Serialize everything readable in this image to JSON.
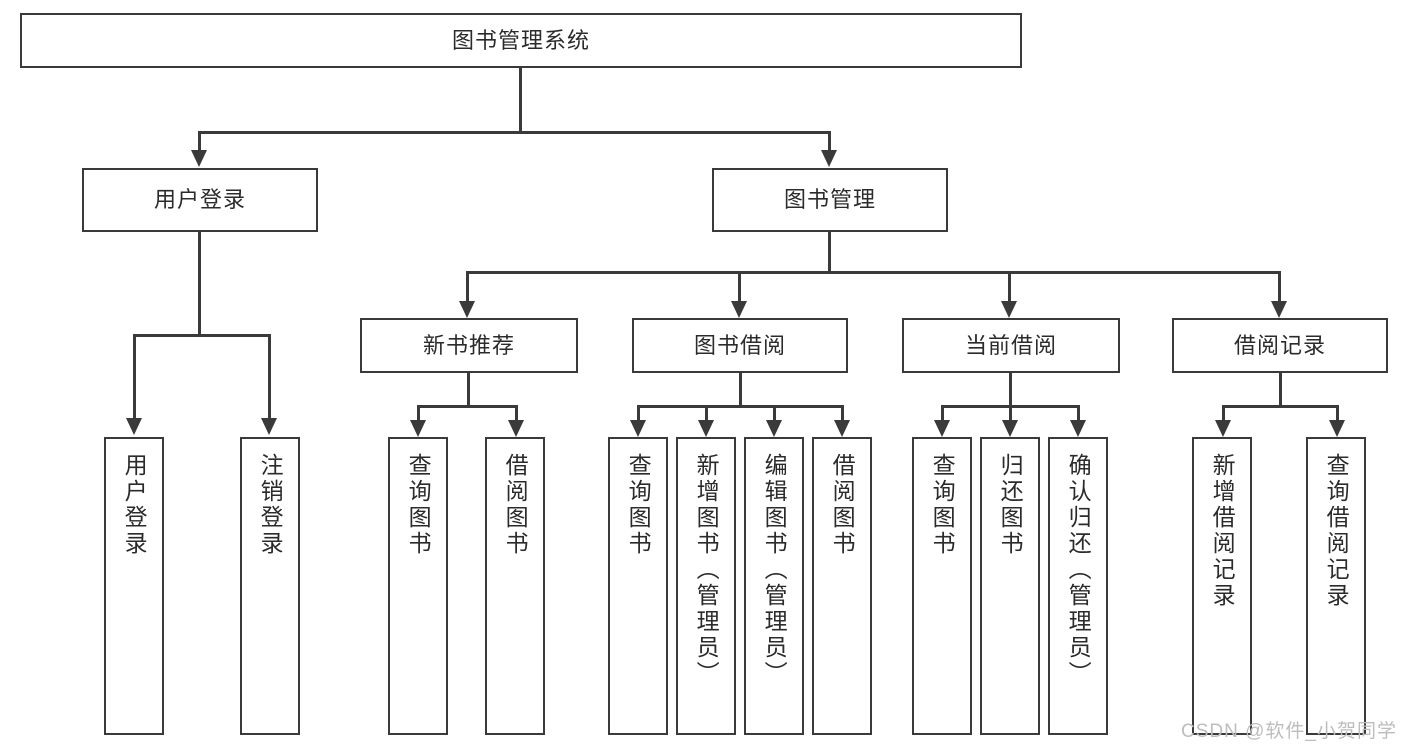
{
  "diagram": {
    "type": "tree",
    "title": "图书管理系统",
    "watermark": "CSDN @软件_小贺同学",
    "colors": {
      "box_border": "#3a3a3a",
      "box_fill": "#ffffff",
      "connector": "#3a3a3a",
      "text": "#2b2b2b",
      "watermark": "#bdbdbd"
    },
    "levels": {
      "root": "图书管理系统",
      "level2": [
        "用户登录",
        "图书管理"
      ],
      "level3": [
        "新书推荐",
        "图书借阅",
        "当前借阅",
        "借阅记录"
      ]
    },
    "nodes": {
      "root": {
        "label": "图书管理系统"
      },
      "user_login": {
        "label": "用户登录"
      },
      "book_manage": {
        "label": "图书管理"
      },
      "new_book_rec": {
        "label": "新书推荐"
      },
      "book_borrow": {
        "label": "图书借阅"
      },
      "current_borrow": {
        "label": "当前借阅"
      },
      "borrow_record": {
        "label": "借阅记录"
      },
      "leaf_user_login": {
        "label": "用户登录"
      },
      "leaf_logout": {
        "label": "注销登录"
      },
      "leaf_query_book_1": {
        "label": "查询图书"
      },
      "leaf_borrow_book_1": {
        "label": "借阅图书"
      },
      "leaf_query_book_2": {
        "label": "查询图书"
      },
      "leaf_add_book_admin": {
        "label": "新增图书（管理员）"
      },
      "leaf_edit_book_admin": {
        "label": "编辑图书（管理员）"
      },
      "leaf_borrow_book_2": {
        "label": "借阅图书"
      },
      "leaf_query_book_3": {
        "label": "查询图书"
      },
      "leaf_return_book": {
        "label": "归还图书"
      },
      "leaf_confirm_return_admin": {
        "label": "确认归还（管理员）"
      },
      "leaf_add_record": {
        "label": "新增借阅记录"
      },
      "leaf_query_record": {
        "label": "查询借阅记录"
      }
    },
    "edges": [
      {
        "from": "root",
        "to": "user_login"
      },
      {
        "from": "root",
        "to": "book_manage"
      },
      {
        "from": "user_login",
        "to": "leaf_user_login"
      },
      {
        "from": "user_login",
        "to": "leaf_logout"
      },
      {
        "from": "book_manage",
        "to": "new_book_rec"
      },
      {
        "from": "book_manage",
        "to": "book_borrow"
      },
      {
        "from": "book_manage",
        "to": "current_borrow"
      },
      {
        "from": "book_manage",
        "to": "borrow_record"
      },
      {
        "from": "new_book_rec",
        "to": "leaf_query_book_1"
      },
      {
        "from": "new_book_rec",
        "to": "leaf_borrow_book_1"
      },
      {
        "from": "book_borrow",
        "to": "leaf_query_book_2"
      },
      {
        "from": "book_borrow",
        "to": "leaf_add_book_admin"
      },
      {
        "from": "book_borrow",
        "to": "leaf_edit_book_admin"
      },
      {
        "from": "book_borrow",
        "to": "leaf_borrow_book_2"
      },
      {
        "from": "current_borrow",
        "to": "leaf_query_book_3"
      },
      {
        "from": "current_borrow",
        "to": "leaf_return_book"
      },
      {
        "from": "current_borrow",
        "to": "leaf_confirm_return_admin"
      },
      {
        "from": "borrow_record",
        "to": "leaf_add_record"
      },
      {
        "from": "borrow_record",
        "to": "leaf_query_record"
      }
    ]
  }
}
